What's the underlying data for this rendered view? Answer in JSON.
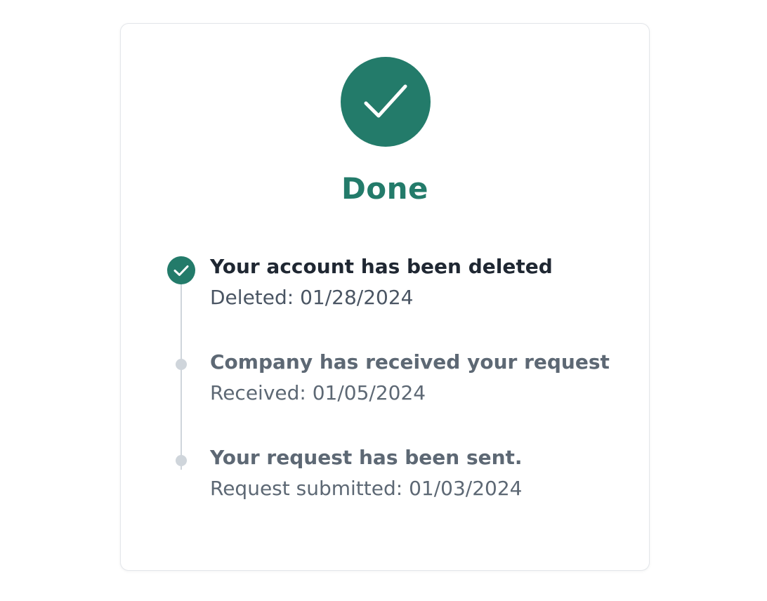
{
  "status": {
    "title": "Done",
    "icon": "check-icon",
    "accent_color": "#237b6a"
  },
  "timeline": {
    "steps": [
      {
        "title": "Your account has been deleted",
        "detail": "Deleted: 01/28/2024",
        "state": "completed",
        "icon": "check-icon"
      },
      {
        "title": "Company has received your request",
        "detail": "Received: 01/05/2024",
        "state": "pending"
      },
      {
        "title": "Your request has been sent.",
        "detail": "Request submitted: 01/03/2024",
        "state": "pending"
      }
    ],
    "line_color": "#cfd5db"
  }
}
